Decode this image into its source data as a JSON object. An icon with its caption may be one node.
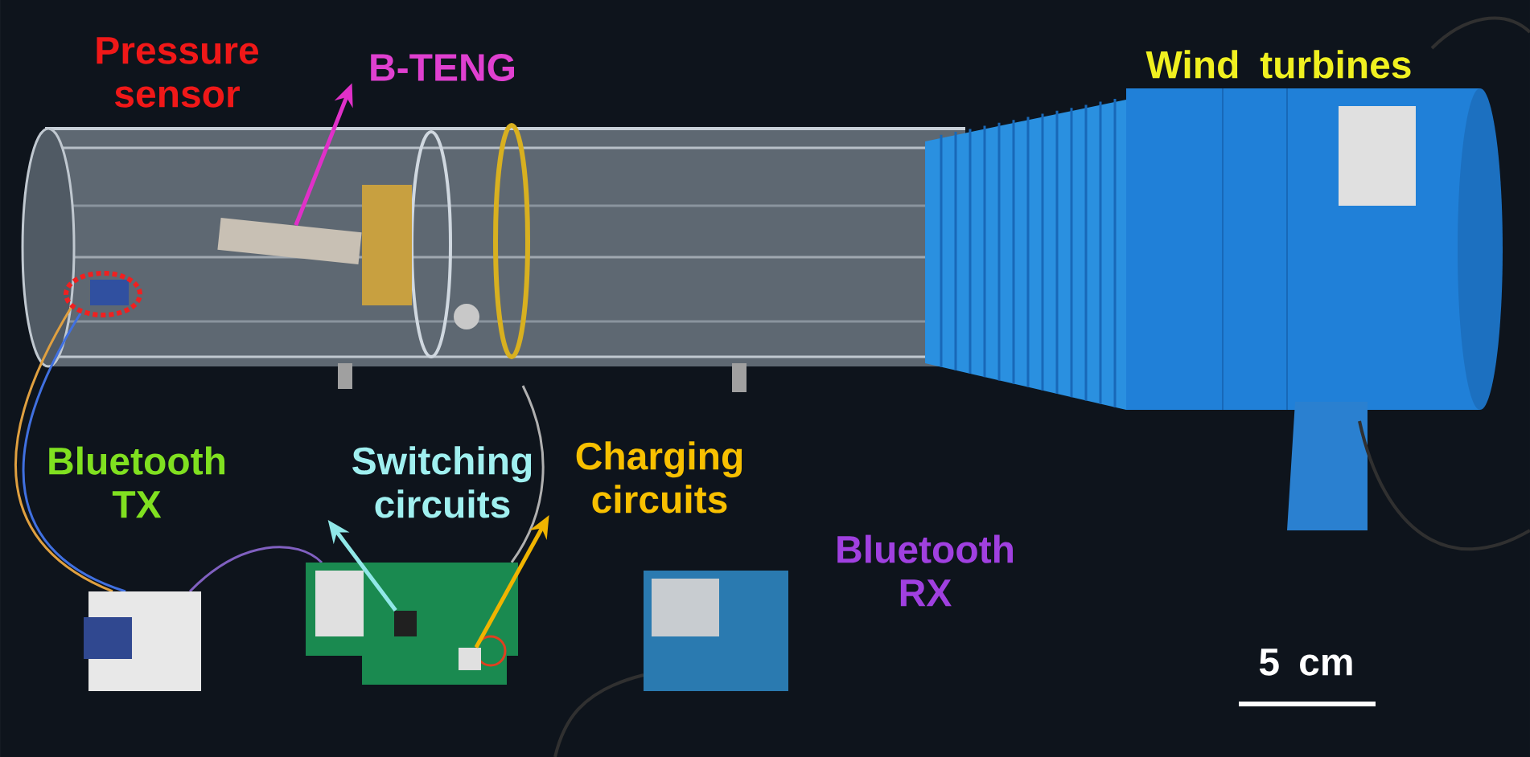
{
  "diagram": {
    "nodes": [
      {
        "text": [
          "B-TENG"
        ]
      },
      {
        "text": [],
        "shape": "box"
      },
      {
        "text": [
          "Switching circuits"
        ]
      },
      {
        "text": [],
        "shape": "box"
      },
      {
        "text": [
          "Charging circuits"
        ]
      },
      {
        "text": [],
        "shape": "box"
      }
    ],
    "edges": [
      {
        "from": 1,
        "to": 0,
        "arrow": "to",
        "color": "#e030c8"
      },
      {
        "from": 3,
        "to": 2,
        "arrow": "to",
        "color": "#90e8e8"
      },
      {
        "from": 5,
        "to": 4,
        "arrow": "to",
        "color": "#f0b400"
      }
    ],
    "labels": [
      "Pressure sensor",
      "Wind turbines",
      "Bluetooth TX",
      "Bluetooth RX",
      "5 cm"
    ]
  }
}
